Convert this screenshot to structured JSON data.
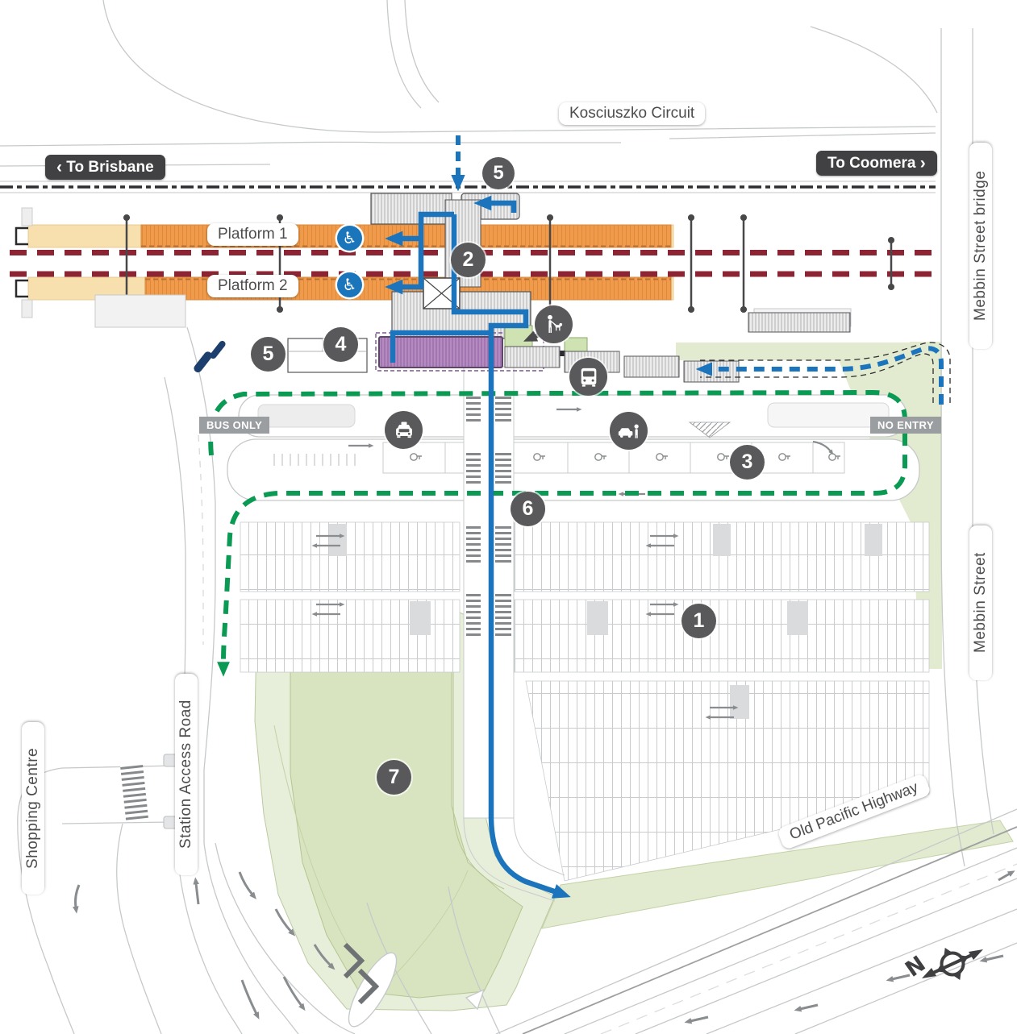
{
  "colors": {
    "pedestrian_route_blue": "#1c75bc",
    "vehicle_route_green": "#0b9a53",
    "rail_line_maroon": "#8c2433",
    "platform_orange": "#f09b4b",
    "station_building_purple": "#a775b3",
    "marker_circle_grey": "#59595b",
    "direction_sign_dark": "#414042",
    "restriction_sign_grey": "#9b9ea0",
    "accessible_icon_blue": "#1b75bb",
    "open_space_green": "#e3ebd1"
  },
  "street_labels": {
    "kosciuszko_circuit": "Kosciuszko Circuit",
    "mebbin_street_bridge": "Mebbin Street bridge",
    "mebbin_street": "Mebbin Street",
    "station_access_road": "Station Access Road",
    "shopping_centre": "Shopping Centre",
    "old_pacific_highway": "Old Pacific Highway"
  },
  "direction_labels": {
    "to_brisbane": "To Brisbane",
    "to_coomera": "To Coomera"
  },
  "platform_labels": {
    "platform_1": "Platform 1",
    "platform_2": "Platform 2"
  },
  "restriction_labels": {
    "bus_only": "BUS ONLY",
    "no_entry": "NO ENTRY"
  },
  "markers": [
    {
      "label": "1"
    },
    {
      "label": "2"
    },
    {
      "label": "3"
    },
    {
      "label": "4"
    },
    {
      "label": "5"
    },
    {
      "label": "6"
    },
    {
      "label": "7"
    }
  ],
  "glyphs": {
    "chevron_left": "‹",
    "chevron_right": "›",
    "wheelchair": "♿",
    "compass_north": "N"
  }
}
